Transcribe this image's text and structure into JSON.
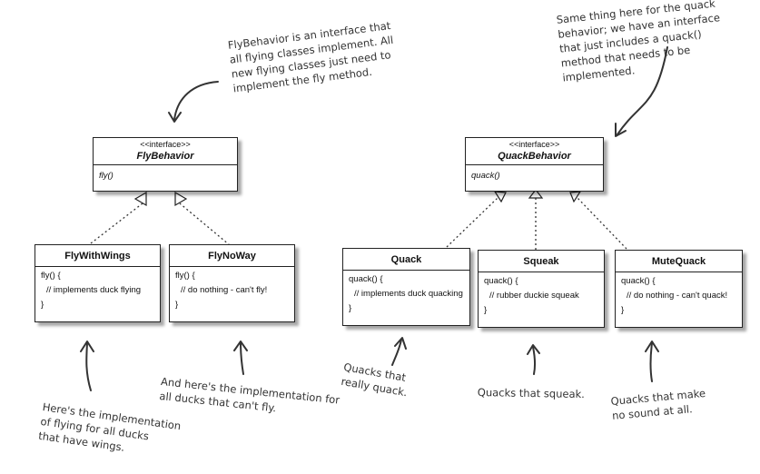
{
  "interfaces": {
    "fly": {
      "stereotype": "<<interface>>",
      "name": "FlyBehavior",
      "method": "fly()"
    },
    "quack": {
      "stereotype": "<<interface>>",
      "name": "QuackBehavior",
      "method": "quack()"
    }
  },
  "classes": {
    "fly_with_wings": {
      "name": "FlyWithWings",
      "lines": [
        "fly() {",
        "// implements duck flying",
        "}"
      ]
    },
    "fly_no_way": {
      "name": "FlyNoWay",
      "lines": [
        "fly() {",
        "// do nothing - can't fly!",
        "}"
      ]
    },
    "quack": {
      "name": "Quack",
      "lines": [
        "quack() {",
        "// implements duck quacking",
        "}"
      ]
    },
    "squeak": {
      "name": "Squeak",
      "lines": [
        "quack() {",
        "// rubber duckie squeak",
        "}"
      ]
    },
    "mute_quack": {
      "name": "MuteQuack",
      "lines": [
        "quack() {",
        "// do nothing - can't quack!",
        "}"
      ]
    }
  },
  "notes": {
    "fly_interface": [
      "FlyBehavior is an interface that",
      "all flying classes implement. All",
      "new flying classes just need to",
      "implement the fly method."
    ],
    "quack_interface": [
      "Same thing here for the quack",
      "behavior; we have an interface",
      "that just includes a quack()",
      "method that needs to be",
      "implemented."
    ],
    "fly_with_wings": [
      "Here's the implementation",
      "of flying for all ducks",
      "that have wings."
    ],
    "fly_no_way": [
      "And here's the implementation for",
      "all ducks that can't fly."
    ],
    "quack": [
      "Quacks that",
      "really quack."
    ],
    "squeak": [
      "Quacks that squeak."
    ],
    "mute_quack": [
      "Quacks that make",
      "no sound at all."
    ]
  }
}
